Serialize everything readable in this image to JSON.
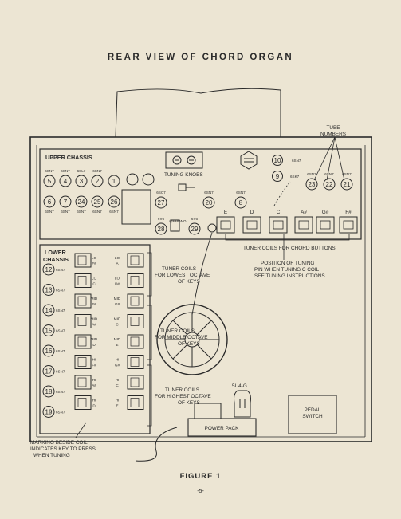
{
  "page": {
    "title": "REAR VIEW OF CHORD ORGAN",
    "figure_caption": "FIGURE 1",
    "page_number": "-5-"
  },
  "labels": {
    "upper_chassis": "UPPER CHASSIS",
    "lower_chassis_1": "LOWER",
    "lower_chassis_2": "CHASSIS",
    "tube_numbers_1": "TUBE",
    "tube_numbers_2": "NUMBERS",
    "tuning_knobs": "TUNING KNOBS",
    "phono": "@PHONO",
    "coils_chord_buttons": "TUNER COILS FOR CHORD BUTTONS",
    "position_1": "POSITION OF TUNING",
    "position_2": "PIN WHEN TUNING C COIL",
    "position_3": "SEE TUNING INSTRUCTIONS",
    "coils_lowest_1": "TUNER COILS",
    "coils_lowest_2": "FOR LOWEST OCTAVE",
    "coils_lowest_3": "OF KEYS",
    "coils_middle_1": "TUNER COILS",
    "coils_middle_2": "FOR MIDDLE OCTAVE",
    "coils_middle_3": "OF KEYS",
    "coils_highest_1": "TUNER COILS",
    "coils_highest_2": "FOR HIGHEST OCTAVE",
    "coils_highest_3": "OF KEYS",
    "rectifier": "5U4-G",
    "power_pack": "POWER PACK",
    "pedal_1": "PEDAL",
    "pedal_2": "SWITCH",
    "marking_1": "MARKING BESIDE COIL",
    "marking_2": "INDICATES KEY TO PRESS",
    "marking_3": "WHEN TUNING"
  },
  "upper_tubes": {
    "row1_types": [
      "6SN7",
      "6SN7",
      "6SL7",
      "6SN7"
    ],
    "row1_numbers": [
      "5",
      "4",
      "3",
      "2",
      "1"
    ],
    "row2_numbers": [
      "6",
      "7",
      "24",
      "25",
      "26"
    ],
    "row2_types": [
      "6SN7",
      "6SN7",
      "6SN7",
      "6SN7",
      "6SN7"
    ],
    "t10": "10",
    "t10_type": "6SN7",
    "t9": "9",
    "t9_type": "6SK7",
    "t27_type": "6SC7",
    "t27": "27",
    "t20_type": "6SN7",
    "t20": "20",
    "t8_type": "6SN7",
    "t8": "8",
    "t28_type": "6V6",
    "t28": "28",
    "t29_type": "6V6",
    "t29": "29",
    "right_types": [
      "6SN7",
      "6SN7",
      "6SN7"
    ],
    "right_numbers": [
      "23",
      "22",
      "21"
    ]
  },
  "chord_coils": [
    "E",
    "D",
    "C",
    "A#",
    "G#",
    "F#"
  ],
  "lower_tubes": [
    {
      "number": "12",
      "type": "6SN7"
    },
    {
      "number": "13",
      "type": "6SN7"
    },
    {
      "number": "14",
      "type": "6SN7"
    },
    {
      "number": "15",
      "type": "6SN7"
    },
    {
      "number": "16",
      "type": "6SN7"
    },
    {
      "number": "17",
      "type": "6SN7"
    },
    {
      "number": "18",
      "type": "6SN7"
    },
    {
      "number": "19",
      "type": "6SN7"
    }
  ],
  "key_coils_left": [
    [
      "LO",
      "F#"
    ],
    [
      "LO",
      "C"
    ],
    [
      "MID",
      "F#"
    ],
    [
      "MID",
      "A#"
    ],
    [
      "MID",
      "D"
    ],
    [
      "HI",
      "F#"
    ],
    [
      "HI",
      "A#"
    ],
    [
      "HI",
      "D"
    ]
  ],
  "key_coils_right": [
    [
      "LO",
      "A"
    ],
    [
      "LO",
      "D#"
    ],
    [
      "MID",
      "G#"
    ],
    [
      "MID",
      "C"
    ],
    [
      "MID",
      "E"
    ],
    [
      "HI",
      "G#"
    ],
    [
      "HI",
      "C"
    ],
    [
      "HI",
      "E"
    ]
  ]
}
